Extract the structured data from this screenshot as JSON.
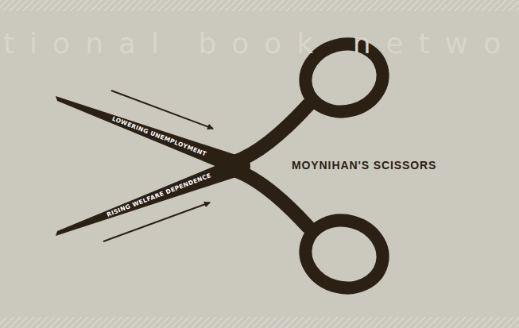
{
  "diagram": {
    "title": "MOYNIHAN'S SCISSORS",
    "nodes": [
      {
        "text": [
          "LOWERING UNEMPLOYMENT"
        ]
      },
      {
        "text": [
          "RISING WELFARE DEPENDENCE"
        ]
      }
    ],
    "labels": [
      "tional book netwo"
    ]
  }
}
